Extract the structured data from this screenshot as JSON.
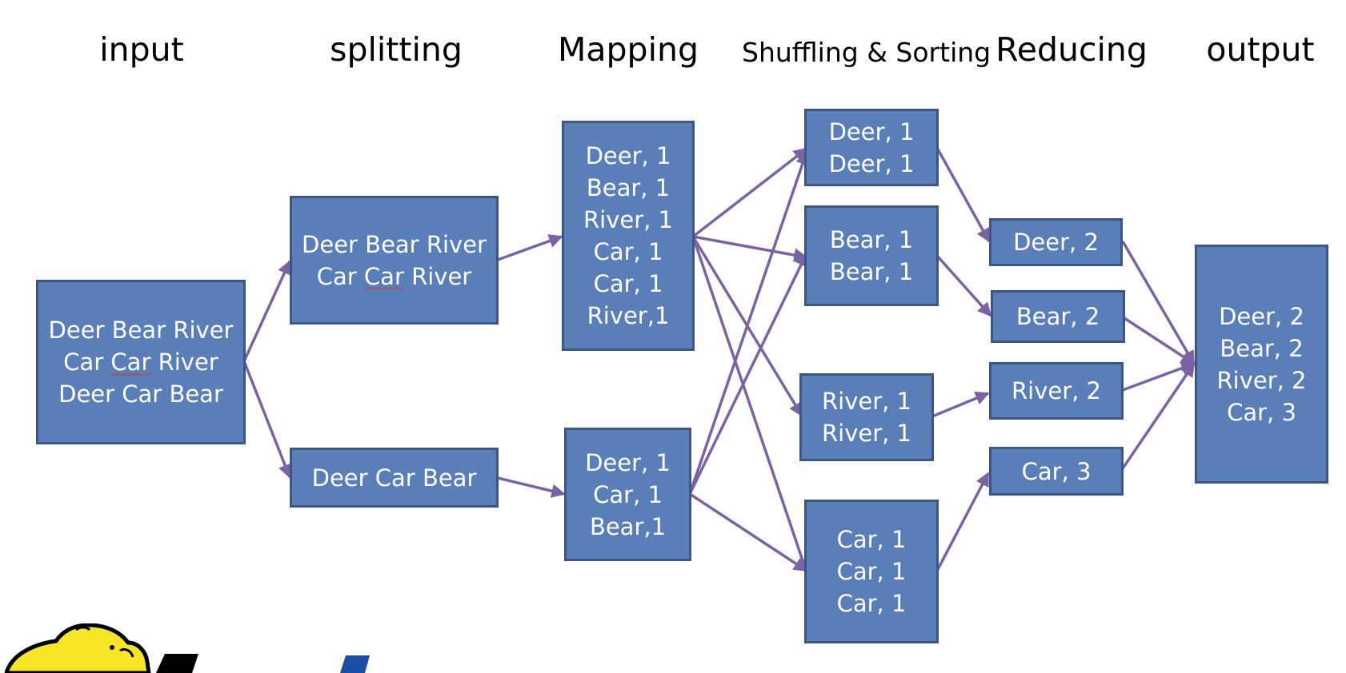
{
  "stages": {
    "input": "input",
    "splitting": "splitting",
    "mapping": "Mapping",
    "shuffling": "Shuffling & Sorting",
    "reducing": "Reducing",
    "output": "output"
  },
  "input_box": {
    "lines": [
      "Deer Bear River",
      "Car ",
      "Car",
      " River",
      "Deer Car Bear"
    ]
  },
  "split_1": {
    "line1": "Deer Bear River",
    "line2a": "Car ",
    "line2b": "Car",
    "line2c": " River"
  },
  "split_2": {
    "line1": "Deer Car Bear"
  },
  "map_1": [
    "Deer, 1",
    "Bear, 1",
    "River, 1",
    "Car, 1",
    "Car, 1",
    "River,1"
  ],
  "map_2": [
    "Deer, 1",
    "Car, 1",
    "Bear,1"
  ],
  "shuffle_deer": [
    "Deer, 1",
    "Deer, 1"
  ],
  "shuffle_bear": [
    "Bear, 1",
    "Bear, 1"
  ],
  "shuffle_river": [
    "River, 1",
    "River, 1"
  ],
  "shuffle_car": [
    "Car, 1",
    "Car, 1",
    "Car, 1"
  ],
  "reduce": {
    "deer": "Deer, 2",
    "bear": "Bear, 2",
    "river": "River, 2",
    "car": "Car, 3"
  },
  "output_box": [
    "Deer, 2",
    "Bear, 2",
    "River, 2",
    "Car, 3"
  ],
  "colors": {
    "box_fill": "#5a7fb8",
    "box_border": "#3b5584",
    "arrow": "#7b62a3",
    "logo_yellow": "#f7e627"
  },
  "icons": {
    "logo": "hadoop-elephant-logo"
  }
}
